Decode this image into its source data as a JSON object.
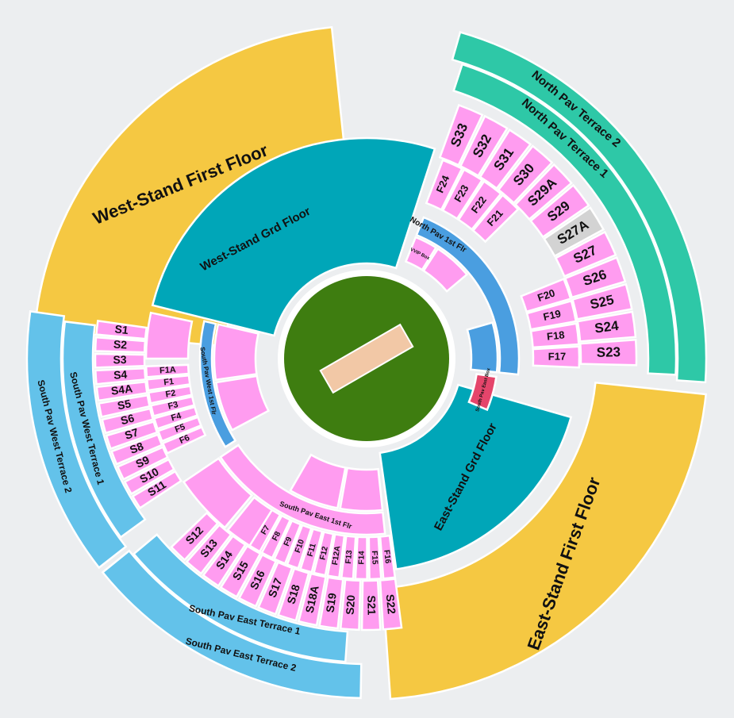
{
  "colors": {
    "background": "#eceef0",
    "west_first": "#f5c842",
    "east_first": "#f5c842",
    "grd": "#00a6b8",
    "north_terrace": "#2ec8a7",
    "south_terrace": "#63c2ea",
    "seat": "#ff9cf0",
    "seat_dark": "#f78ee8",
    "pav_1st": "#4a9ee0",
    "red_box": "#e5456b",
    "field": "#3e7d10",
    "pitch": "#f2c8a6",
    "disabled": "#d3d3d3"
  },
  "sections": {
    "west_first": "West-Stand First Floor",
    "west_grd": "West-Stand Grd Floor",
    "east_first": "East-Stand First Floor",
    "east_grd": "East-Stand Grd Floor",
    "north_terrace_2": "North Pav Terrace 2",
    "north_terrace_1": "North Pav Terrace 1",
    "north_pav_1st": "North Pav 1st Flr",
    "vvip_box": "VVIP Box",
    "south_pav_east_box": "South Pav East Box",
    "south_pav_west_1st": "South Pav West 1st Flr",
    "south_pav_west_terrace_2": "South Pav West Terrace 2",
    "south_pav_west_terrace_1": "South Pav West Terrace 1",
    "south_pav_east_terrace_1": "South Pav East Terrace 1",
    "south_pav_east_terrace_2": "South Pav East Terrace 2",
    "south_pav_east_1st": "South Pav East 1st Flr"
  },
  "north_s_outer": [
    "S33",
    "S32",
    "S31",
    "S30",
    "S29A",
    "S29",
    "S27A",
    "S27",
    "S26",
    "S25",
    "S24",
    "S23"
  ],
  "north_f_inner_top": [
    "F24",
    "F23",
    "F22",
    "F21"
  ],
  "north_f_inner_right": [
    "F20",
    "F19",
    "F18",
    "F17"
  ],
  "sw_s_outer": [
    "S1",
    "S2",
    "S3",
    "S4",
    "S4A",
    "S5",
    "S6",
    "S7",
    "S8",
    "S9",
    "S10",
    "S11"
  ],
  "sw_f_inner": [
    "F1A",
    "F1",
    "F2",
    "F3",
    "F4",
    "F5",
    "F6"
  ],
  "se_s_outer": [
    "S12",
    "S13",
    "S14",
    "S15",
    "S16",
    "S17",
    "S18",
    "S18A",
    "S19",
    "S20",
    "S21",
    "S22"
  ],
  "se_f_inner": [
    "F7",
    "F8",
    "F9",
    "F10",
    "F11",
    "F12",
    "F12A",
    "F13",
    "F14",
    "F15",
    "F16"
  ],
  "se_box_small": [
    "",
    "",
    "",
    "",
    "",
    ""
  ]
}
